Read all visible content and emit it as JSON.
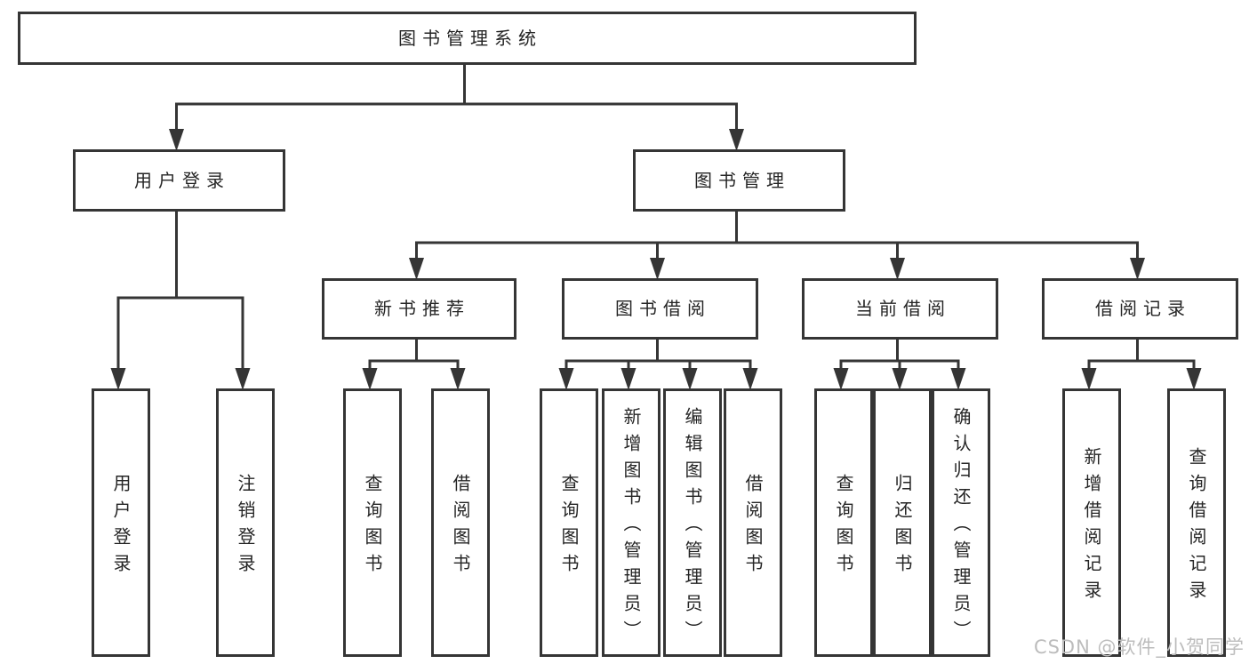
{
  "diagram": {
    "type": "tree",
    "title": "图书管理系统",
    "watermark": "CSDN @软件_小贺同学",
    "colors": {
      "line": "#353535",
      "text": "#252525",
      "background": "#ffffff",
      "watermark": "#bcbcbc"
    },
    "nodes": [
      {
        "id": "root",
        "label": "图书管理系统",
        "parent": null,
        "shape": "horizontal"
      },
      {
        "id": "user-login",
        "label": "用户登录",
        "parent": "root",
        "shape": "horizontal"
      },
      {
        "id": "book-mgmt",
        "label": "图书管理",
        "parent": "root",
        "shape": "horizontal"
      },
      {
        "id": "login",
        "label": "用户登录",
        "parent": "user-login",
        "shape": "vertical"
      },
      {
        "id": "logout",
        "label": "注销登录",
        "parent": "user-login",
        "shape": "vertical"
      },
      {
        "id": "new-book-rec",
        "label": "新书推荐",
        "parent": "book-mgmt",
        "shape": "horizontal"
      },
      {
        "id": "book-borrow",
        "label": "图书借阅",
        "parent": "book-mgmt",
        "shape": "horizontal"
      },
      {
        "id": "current-borrow",
        "label": "当前借阅",
        "parent": "book-mgmt",
        "shape": "horizontal"
      },
      {
        "id": "borrow-record",
        "label": "借阅记录",
        "parent": "book-mgmt",
        "shape": "horizontal"
      },
      {
        "id": "rec-query-book",
        "label": "查询图书",
        "parent": "new-book-rec",
        "shape": "vertical"
      },
      {
        "id": "rec-borrow-book",
        "label": "借阅图书",
        "parent": "new-book-rec",
        "shape": "vertical"
      },
      {
        "id": "bb-query-book",
        "label": "查询图书",
        "parent": "book-borrow",
        "shape": "vertical"
      },
      {
        "id": "bb-add-book",
        "label": "新增图书（管理员）",
        "parent": "book-borrow",
        "shape": "vertical"
      },
      {
        "id": "bb-edit-book",
        "label": "编辑图书（管理员）",
        "parent": "book-borrow",
        "shape": "vertical"
      },
      {
        "id": "bb-borrow-book",
        "label": "借阅图书",
        "parent": "book-borrow",
        "shape": "vertical"
      },
      {
        "id": "cb-query-book",
        "label": "查询图书",
        "parent": "current-borrow",
        "shape": "vertical"
      },
      {
        "id": "cb-return-book",
        "label": "归还图书",
        "parent": "current-borrow",
        "shape": "vertical"
      },
      {
        "id": "cb-confirm-return",
        "label": "确认归还（管理员）",
        "parent": "current-borrow",
        "shape": "vertical"
      },
      {
        "id": "br-add-record",
        "label": "新增借阅记录",
        "parent": "borrow-record",
        "shape": "vertical"
      },
      {
        "id": "br-query-record",
        "label": "查询借阅记录",
        "parent": "borrow-record",
        "shape": "vertical"
      }
    ]
  }
}
